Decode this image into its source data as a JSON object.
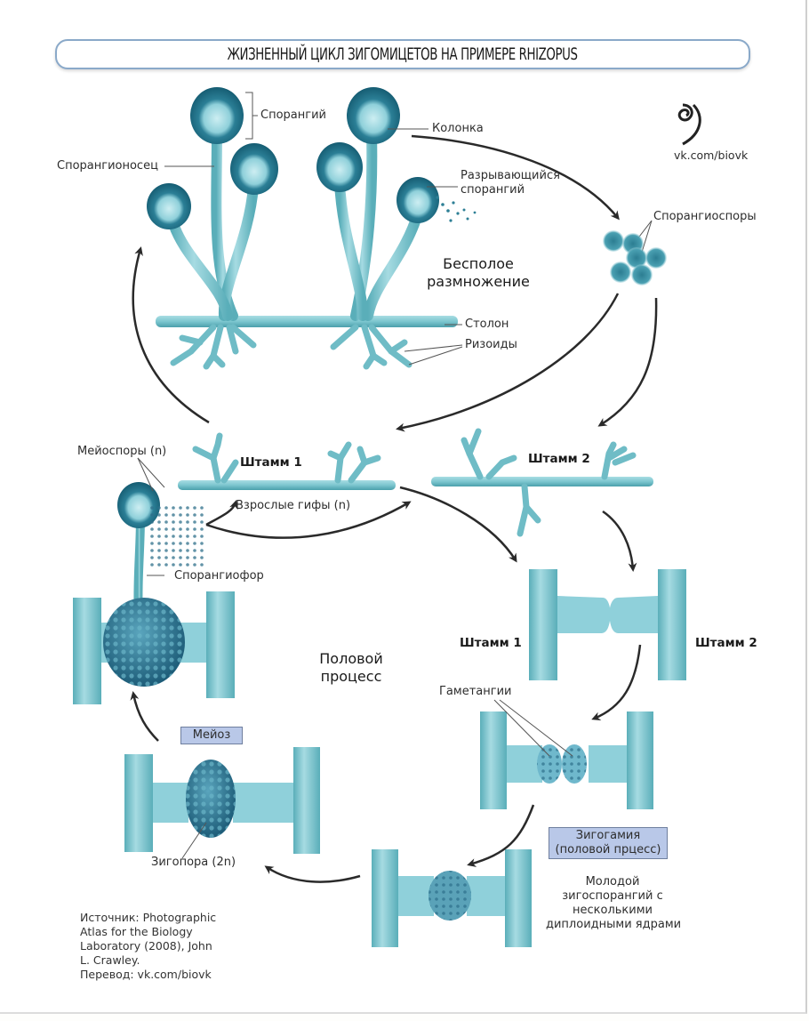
{
  "title": "ЖИЗНЕННЫЙ ЦИКЛ  ЗИГОМИЦЕТОВ НА ПРИМЕРЕ RHIZOPUS",
  "logo": {
    "icon": "spiral-icon",
    "url_text": "vk.com/biovk"
  },
  "sections": {
    "asexual": "Бесполое размножение",
    "sexual": "Половой процесс"
  },
  "labels": {
    "sporangium": "Спорангий",
    "sporangiophore_top": "Спорангионосец",
    "columella": "Колонка",
    "rupturing_sporangium_1": "Разрывающийся",
    "rupturing_sporangium_2": "спорангий",
    "sporangiospores": "Спорангиоспоры",
    "stolon": "Столон",
    "rhizoids": "Ризоиды",
    "meiospores": "Мейоспоры (n)",
    "strain1": "Штамм 1",
    "strain2": "Штамм 2",
    "mature_hyphae": "Взрослые гифы (n)",
    "sporangiophore_bottom": "Спорангиофор",
    "strain1_b": "Штамм 1",
    "strain2_b": "Штамм 2",
    "gametangia": "Гаметангии",
    "meiosis": "Мейоз",
    "zygogamy_1": "Зигогамия",
    "zygogamy_2": "(половой прцесс)",
    "zygospore": "Зигопора (2n)",
    "young_zygosporangium_1": "Молодой",
    "young_zygosporangium_2": "зигоспорангий с",
    "young_zygosporangium_3": "несколькими",
    "young_zygosporangium_4": "диплоидными ядрами"
  },
  "source": "Источник: Photographic\nAtlas for the Biology\nLaboratory (2008), John\nL. Crawley.\nПеревод: vk.com/biovk",
  "colors": {
    "hypha": "#7cc6cf",
    "hypha_dark": "#4a9fab",
    "sporangium": "#1f6f86",
    "arrow": "#2a2a2a",
    "box_fill": "#b9c8e8",
    "title_border": "#8aa9c9"
  }
}
